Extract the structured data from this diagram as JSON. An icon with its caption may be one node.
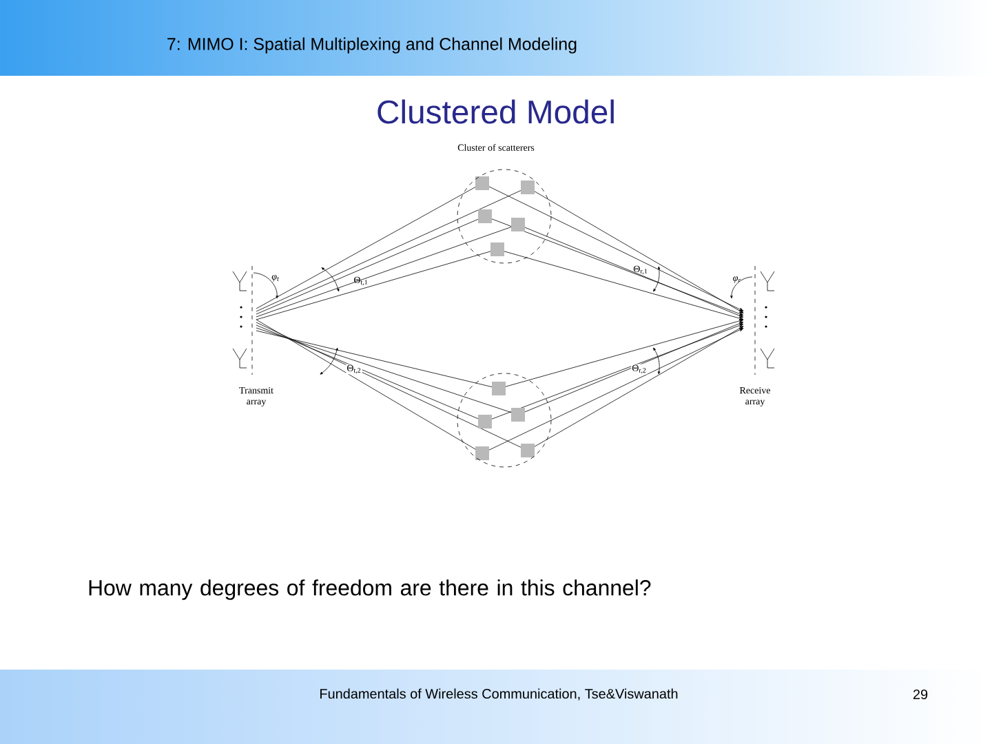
{
  "diagram": {
    "title": "Clustered Model",
    "labels": [
      "7: MIMO I: Spatial Multiplexing and Channel Modeling",
      "Cluster of scatterers",
      "φ$_{t}$",
      "Θ$_{t,1}$",
      "Θ$_{r,1}$",
      "φ$_{r}$",
      "Θ$_{t,2}$",
      "Θ$_{r,2}$",
      "Transmit array",
      "Receive array",
      "How many degrees of freedom are there in this channel?",
      "Fundamentals of Wireless Communication, Tse&Viswanath",
      "29"
    ]
  }
}
